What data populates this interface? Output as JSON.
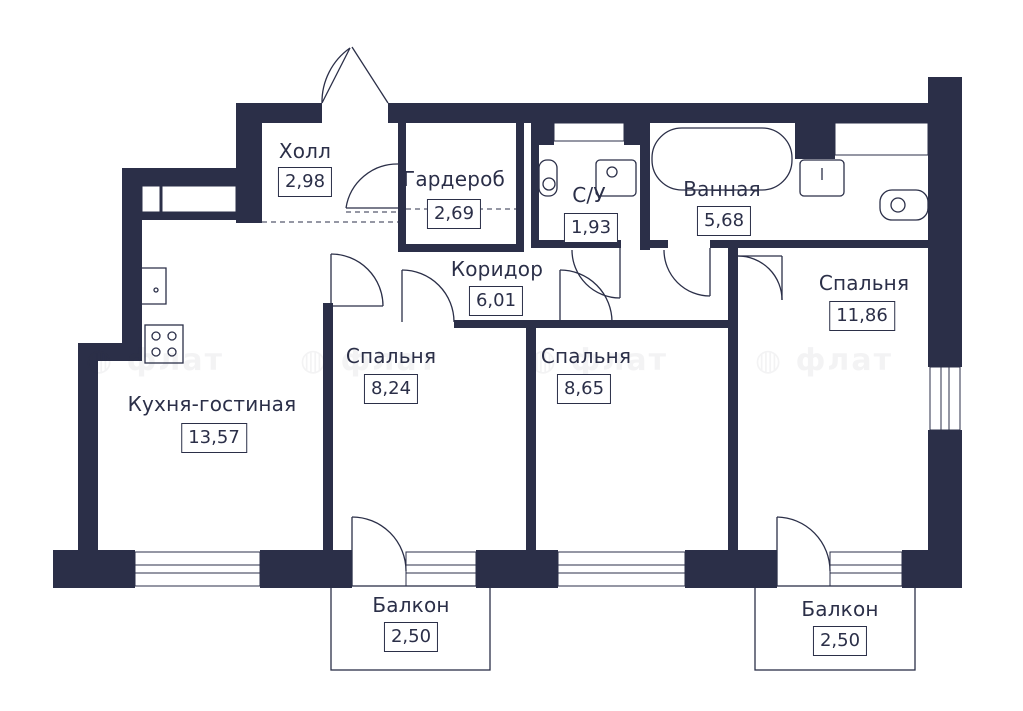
{
  "rooms": [
    {
      "id": "hall",
      "name": "Холл",
      "area": "2,98"
    },
    {
      "id": "wardrobe",
      "name": "Гардероб",
      "area": "2,69"
    },
    {
      "id": "wc",
      "name": "С/У",
      "area": "1,93"
    },
    {
      "id": "bathroom",
      "name": "Ванная",
      "area": "5,68"
    },
    {
      "id": "corridor",
      "name": "Коридор",
      "area": "6,01"
    },
    {
      "id": "kitchen-living",
      "name": "Кухня-гостиная",
      "area": "13,57"
    },
    {
      "id": "bedroom-1",
      "name": "Спальня",
      "area": "8,24"
    },
    {
      "id": "bedroom-2",
      "name": "Спальня",
      "area": "8,65"
    },
    {
      "id": "bedroom-3",
      "name": "Спальня",
      "area": "11,86"
    },
    {
      "id": "balcony-1",
      "name": "Балкон",
      "area": "2,50"
    },
    {
      "id": "balcony-2",
      "name": "Балкон",
      "area": "2,50"
    }
  ]
}
